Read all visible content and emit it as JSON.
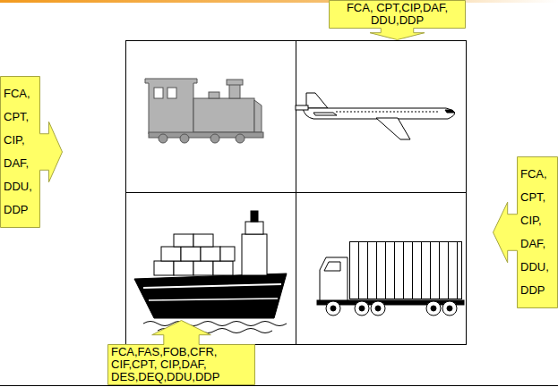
{
  "diagram": {
    "nodes": [
      {
        "text": [
          "FCA, CPT,CIP,DAF, DDU,DDP"
        ]
      },
      {
        "text": [
          "FCA, CPT, CIP, DAF, DDU, DDP"
        ]
      },
      {
        "text": [
          "FCA, CPT, CIP, DAF, DDU, DDP"
        ]
      },
      {
        "text": [
          "FCA,FAS,FOB,CFR, CIF,CPT, CIP,DAF, DES,DEQ,DDU,DDP"
        ]
      }
    ]
  }
}
